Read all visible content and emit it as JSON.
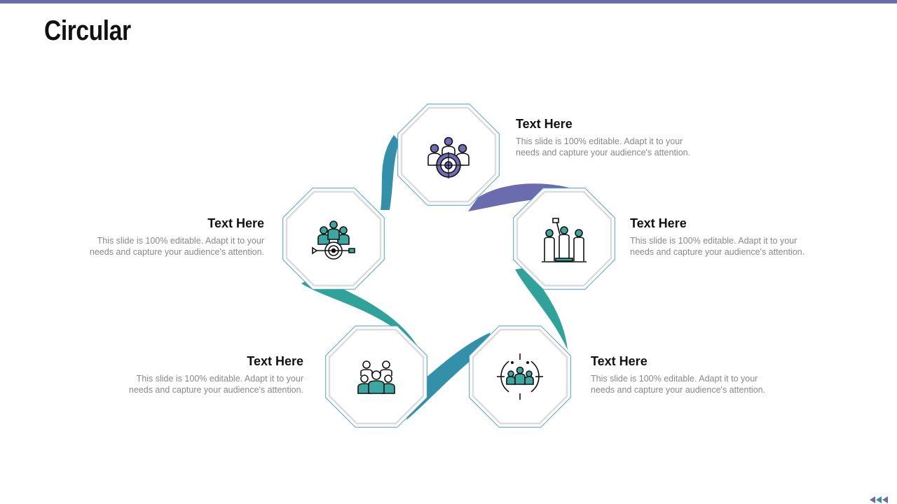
{
  "slide": {
    "title": "Circular"
  },
  "colors": {
    "accent_purple": "#6b6bb0",
    "accent_teal": "#2fa39a",
    "accent_blue_teal": "#3290a8",
    "outline_blue": "#4aa3c8",
    "icon_teal": "#3aa7a0",
    "icon_purple": "#6e6eb6",
    "text_dark": "#111111",
    "text_gray": "#888888"
  },
  "items": [
    {
      "heading": "Text Here",
      "description": "This slide is 100% editable. Adapt it to your needs and capture your audience's attention.",
      "icon": "team-target-icon"
    },
    {
      "heading": "Text Here",
      "description": "This slide is 100% editable. Adapt it to your needs and capture your audience's attention.",
      "icon": "team-flag-icon"
    },
    {
      "heading": "Text Here",
      "description": "This slide is 100% editable. Adapt it to your needs and capture your audience's attention.",
      "icon": "focus-group-icon"
    },
    {
      "heading": "Text Here",
      "description": "This slide is 100% editable. Adapt it to your needs and capture your audience's attention.",
      "icon": "team-group-icon"
    },
    {
      "heading": "Text Here",
      "description": "This slide is 100% editable. Adapt it to your needs and capture your audience's attention.",
      "icon": "team-arrow-target-icon"
    }
  ],
  "navigation": {
    "icon": "rewind-arrows-icon"
  }
}
